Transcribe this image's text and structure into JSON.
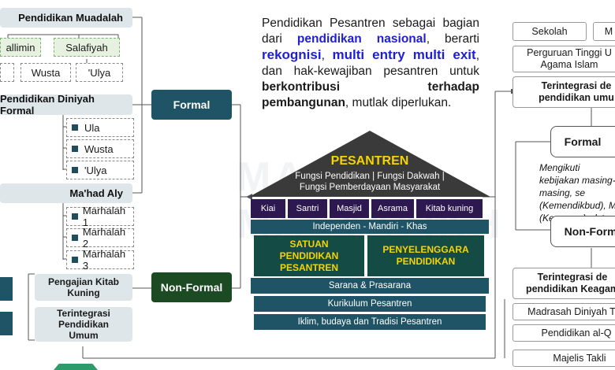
{
  "left": {
    "muadalah": "Pendidikan Muadalah",
    "muallimin": "allimin",
    "salafiyah": "Salafiyah",
    "muadalah_levels": [
      "Wusta",
      "'Ulya"
    ],
    "diniyah_formal": "Pendidikan Diniyah Formal",
    "diniyah_levels": [
      "Ula",
      "Wusta",
      "'Ulya"
    ],
    "mahad_aly": "Ma'had Aly",
    "mahad_levels": [
      "Marhalah 1",
      "Marhalah 2",
      "Marhalah 3"
    ],
    "kitab_kuning": "Pengajian Kitab Kuning",
    "terintegrasi_umum": "Terintegrasi Pendidikan Umum"
  },
  "center": {
    "formal": "Formal",
    "non_formal": "Non-Formal"
  },
  "intro": {
    "p1": "Pendidikan Pesantren sebagai bagian dari ",
    "b1": "pendidikan nasional",
    "p2": ", berarti ",
    "b2": "rekognisi",
    "p3": ", ",
    "b3": "multi entry multi exit",
    "p4": ", dan hak-kewajiban pesantren untuk ",
    "b4": "berkontribusi terhadap pembangunan",
    "p5": ", mutlak diperlukan."
  },
  "house": {
    "title": "PESANTREN",
    "functions_1": "Fungsi Pendidikan | Fungsi Dakwah |",
    "functions_2": "Fungsi Pemberdayaan Masyarakat",
    "elements": [
      "Kiai",
      "Santri",
      "Masjid",
      "Asrama",
      "Kitab kuning"
    ],
    "values": "Independen - Mandiri - Khas",
    "pillar_left": "SATUAN PENDIDIKAN PESANTREN",
    "pillar_right": "PENYELENGGARA PENDIDIKAN",
    "base": [
      "Sarana & Prasarana",
      "Kurikulum Pesantren",
      "Iklim, budaya dan Tradisi Pesantren"
    ]
  },
  "right": {
    "sekolah": "Sekolah",
    "m_partial": "M",
    "perguruan": "Perguruan Tinggi U Agama Islam",
    "terintegrasi_umum": "Terintegrasi de pendidikan umu",
    "formal": "Formal",
    "note": "Mengikuti kebijakan masing-masing, se (Kemendikbud), M (Kemenag), dst",
    "non_formal": "Non-Forma",
    "terintegrasi_keagamaan": "Terintegrasi de pendidikan Keagam",
    "madrasah": "Madrasah Diniyah T",
    "alquran": "Pendidikan al-Q",
    "majelis": "Majelis Takli"
  },
  "watermark": "MAJELIS MASYAYIKH"
}
